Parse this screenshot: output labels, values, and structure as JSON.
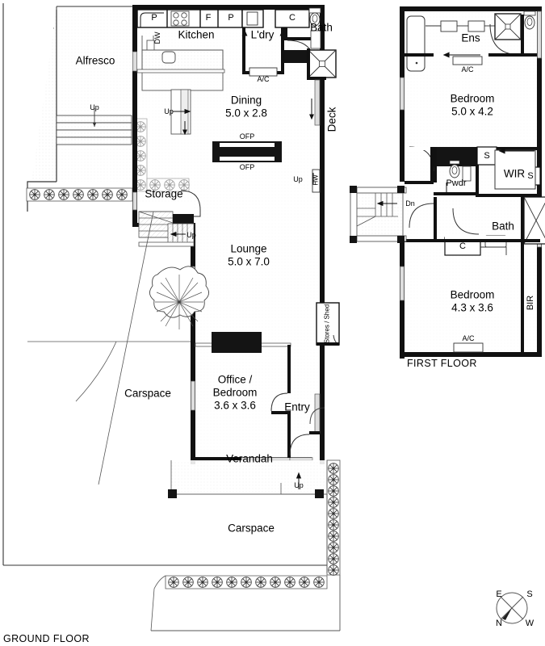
{
  "document": {
    "type": "architectural-floor-plan",
    "floors": [
      "GROUND FLOOR",
      "FIRST FLOOR"
    ]
  },
  "ground_floor": {
    "label": "GROUND FLOOR",
    "rooms": [
      {
        "name": "Alfresco",
        "dim": ""
      },
      {
        "name": "Kitchen",
        "dim": ""
      },
      {
        "name": "L'dry",
        "dim": ""
      },
      {
        "name": "Bath",
        "dim": ""
      },
      {
        "name": "Dining",
        "dim": "5.0 x 2.8"
      },
      {
        "name": "Deck",
        "dim": ""
      },
      {
        "name": "Storage",
        "dim": ""
      },
      {
        "name": "Lounge",
        "dim": "5.0 x 7.0"
      },
      {
        "name": "Office /\nBedroom",
        "dim": "3.6 x 3.6"
      },
      {
        "name": "Entry",
        "dim": ""
      },
      {
        "name": "Verandah",
        "dim": ""
      },
      {
        "name": "Carspace",
        "dim": ""
      },
      {
        "name": "Carspace",
        "dim": ""
      }
    ],
    "names": {
      "alfresco": "Alfresco",
      "kitchen": "Kitchen",
      "laundry": "L'dry",
      "bath": "Bath",
      "dining": "Dining",
      "dining_dim": "5.0 x 2.8",
      "deck": "Deck",
      "storage": "Storage",
      "lounge": "Lounge",
      "lounge_dim": "5.0 x 7.0",
      "office_line1": "Office /",
      "office_line2": "Bedroom",
      "office_dim": "3.6 x 3.6",
      "entry": "Entry",
      "verandah": "Verandah",
      "carspace_left": "Carspace",
      "carspace_bottom": "Carspace",
      "stores_shed": "Stores / Shed"
    },
    "annotations": {
      "pantry_1": "P",
      "fridge": "F",
      "pantry_2": "P",
      "cupboard": "C",
      "dishwasher": "DW",
      "ac_laundry": "A/C",
      "ofp_top": "OFP",
      "ofp_bottom": "OFP",
      "hot_water": "HW",
      "up_alfresco": "Up",
      "up_side": "Up",
      "up_stair": "Up",
      "up_verandah": "Up"
    }
  },
  "first_floor": {
    "label": "FIRST FLOOR",
    "names": {
      "ensuite": "Ens",
      "bedroom_main": "Bedroom",
      "bedroom_main_dim": "5.0 x 4.2",
      "wir": "WIR",
      "powder": "Pwdr",
      "bath": "Bath",
      "bedroom_2": "Bedroom",
      "bedroom_2_dim": "4.3 x 3.6",
      "bir": "BIR"
    },
    "annotations": {
      "ac_ensuite": "A/C",
      "ac_bedroom2": "A/C",
      "shelf_1": "S",
      "shelf_2": "S",
      "cupboard": "C",
      "down_stair": "Dn"
    }
  },
  "compass": {
    "north": "N",
    "south": "S",
    "east": "E",
    "west": "W"
  },
  "colors": {
    "wall": "#000000",
    "line": "#1a1a1a",
    "thin": "#555555",
    "fill_white": "#ffffff",
    "fill_solid": "#1a1a1a",
    "hatch": "#888888"
  }
}
